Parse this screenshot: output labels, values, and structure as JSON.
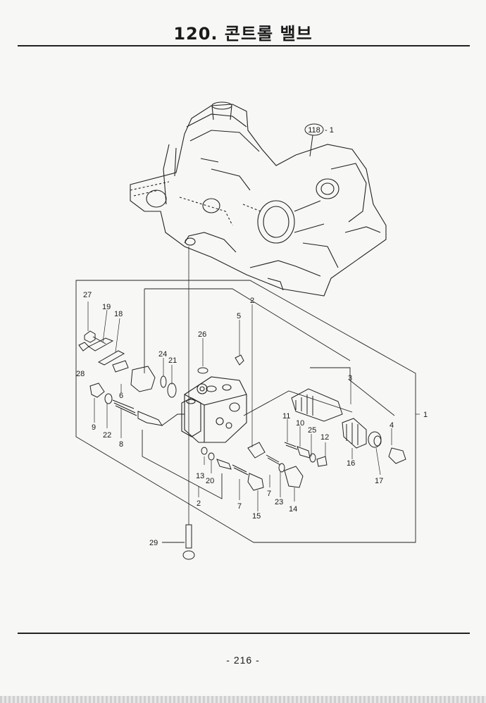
{
  "page": {
    "title": "120. 콘트롤 밸브",
    "page_number": "- 216 -"
  },
  "diagram": {
    "callouts": [
      {
        "id": "ref-118",
        "text": "118"
      },
      {
        "id": "ref-118-suffix",
        "text": "- 1"
      },
      {
        "id": "p1",
        "text": "1"
      },
      {
        "id": "p2a",
        "text": "2"
      },
      {
        "id": "p2b",
        "text": "2"
      },
      {
        "id": "p3",
        "text": "3"
      },
      {
        "id": "p4",
        "text": "4"
      },
      {
        "id": "p5",
        "text": "5"
      },
      {
        "id": "p6",
        "text": "6"
      },
      {
        "id": "p7a",
        "text": "7"
      },
      {
        "id": "p7b",
        "text": "7"
      },
      {
        "id": "p8",
        "text": "8"
      },
      {
        "id": "p9",
        "text": "9"
      },
      {
        "id": "p10",
        "text": "10"
      },
      {
        "id": "p11",
        "text": "11"
      },
      {
        "id": "p12",
        "text": "12"
      },
      {
        "id": "p13",
        "text": "13"
      },
      {
        "id": "p14",
        "text": "14"
      },
      {
        "id": "p15",
        "text": "15"
      },
      {
        "id": "p16",
        "text": "16"
      },
      {
        "id": "p17",
        "text": "17"
      },
      {
        "id": "p18",
        "text": "18"
      },
      {
        "id": "p19",
        "text": "19"
      },
      {
        "id": "p20",
        "text": "20"
      },
      {
        "id": "p21",
        "text": "21"
      },
      {
        "id": "p22",
        "text": "22"
      },
      {
        "id": "p23",
        "text": "23"
      },
      {
        "id": "p24",
        "text": "24"
      },
      {
        "id": "p25",
        "text": "25"
      },
      {
        "id": "p26",
        "text": "26"
      },
      {
        "id": "p27",
        "text": "27"
      },
      {
        "id": "p28",
        "text": "28"
      },
      {
        "id": "p29",
        "text": "29"
      }
    ]
  }
}
